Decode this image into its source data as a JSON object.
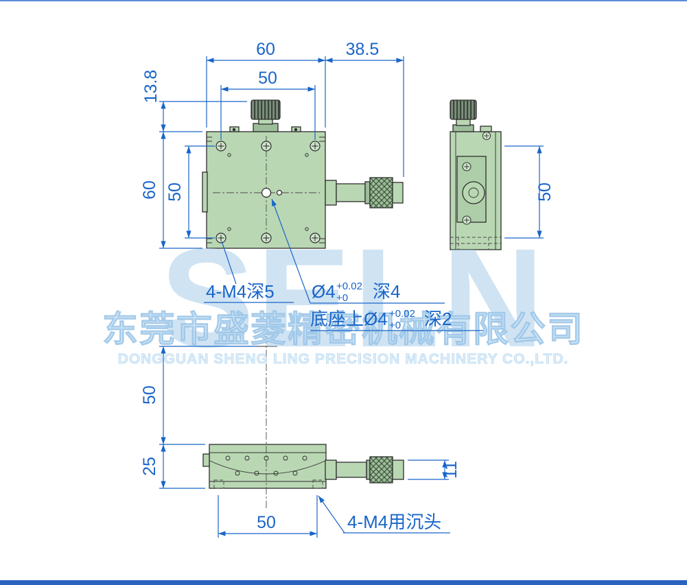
{
  "colors": {
    "dimension_blue": "#1965c8",
    "body_green": "#b9d7b3",
    "plate_green": "#aecda9",
    "watermark_blue": "#a8cdeb"
  },
  "drawing": {
    "dimensions": {
      "top_width": "60",
      "side_offset": "38.5",
      "hole_spacing_top": "50",
      "knob_height": "13.8",
      "body_height": "60",
      "hole_spacing_left": "50",
      "side_height": "50",
      "center_height": "50",
      "base_height": "25",
      "hole_spacing_bottom": "50",
      "spindle_dia": "11"
    },
    "annotations": {
      "screws_top": "4-M4深5",
      "hole_dia_prefix": "Ø4",
      "hole_tol_upper": "+0.02",
      "hole_tol_lower": "+0",
      "hole_depth": "深4",
      "base_hole_prefix": "底座上Ø4",
      "base_tol_upper": "+0.02",
      "base_tol_lower": "+0",
      "base_depth": "深2",
      "countersink": "4-M4用沉头"
    }
  },
  "watermark": {
    "logo": "SELN",
    "company_cn": "东莞市盛菱精密机械有限公司",
    "company_en": "DONGGUAN SHENG LING PRECISION MACHINERY CO.,LTD."
  }
}
